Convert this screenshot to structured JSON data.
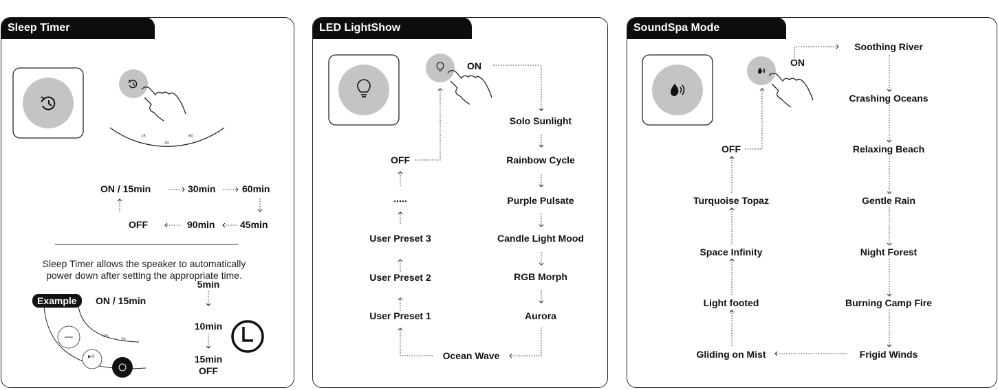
{
  "sleep_timer": {
    "title": "Sleep Timer",
    "dial_marks": [
      "15",
      "30",
      "60"
    ],
    "flow": {
      "on_15": "ON / 15min",
      "m30": "30min",
      "m60": "60min",
      "off": "OFF",
      "m90": "90min",
      "m45": "45min"
    },
    "description_line1": "Sleep Timer allows the speaker to automatically",
    "description_line2": "power down after setting the appropriate time.",
    "example_badge": "Example",
    "example_value": "ON / 15min",
    "example_dial_marks": [
      "15",
      "30"
    ],
    "play_pause_glyph": "▶/II",
    "steps": [
      "5min",
      "10min",
      "15min",
      "OFF"
    ]
  },
  "led_lightshow": {
    "title": "LED LightShow",
    "on_label": "ON",
    "right_column": [
      "Solo Sunlight",
      "Rainbow Cycle",
      "Purple Pulsate",
      "Candle Light Mood",
      "RGB Morph",
      "Aurora"
    ],
    "bottom": "Ocean Wave",
    "left_column": [
      "OFF",
      ".....",
      "User Preset 3",
      "User Preset 2",
      "User Preset 1"
    ]
  },
  "soundspa": {
    "title": "SoundSpa Mode",
    "on_label": "ON",
    "right_column": [
      "Soothing River",
      "Crashing Oceans",
      "Relaxing Beach",
      "Gentle Rain",
      "Night Forest",
      "Burning Camp Fire",
      "Frigid Winds"
    ],
    "left_column": [
      "OFF",
      "Turquoise Topaz",
      "Space Infinity",
      "Light footed",
      "Gliding on Mist"
    ]
  },
  "icons": [
    "timer-icon",
    "bulb-icon",
    "soundwave-icon",
    "hand-pointer-icon",
    "clock-icon",
    "play-pause-icon",
    "minus-icon"
  ],
  "colors": {
    "button_gray": "#c4c4c4",
    "tab_black": "#0d0d0d",
    "line": "#222222"
  }
}
